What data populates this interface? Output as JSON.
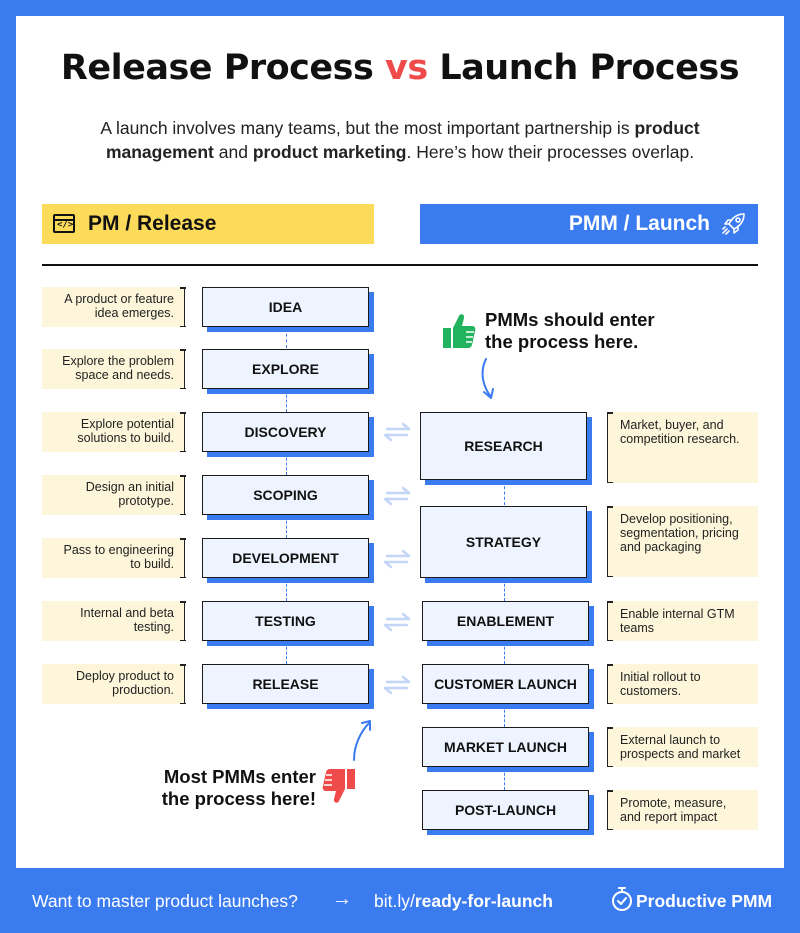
{
  "title": {
    "part1": "Release Process ",
    "vs": "vs",
    "part2": " Launch Process"
  },
  "subtitle": {
    "t1": "A launch involves many teams, but the most important partnership is ",
    "b1": "product management",
    "t2": " and ",
    "b2": "product marketing",
    "t3": ". Here’s how their processes overlap."
  },
  "pm_header": {
    "label": "PM / Release",
    "icon": "code-window-icon",
    "color": "#FCDB5B"
  },
  "pmm_header": {
    "label": "PMM / Launch",
    "icon": "rocket-icon",
    "color": "#3B7BF0"
  },
  "release_steps": [
    {
      "label": "IDEA",
      "note": "A product or feature idea emerges."
    },
    {
      "label": "EXPLORE",
      "note": "Explore the problem space and needs."
    },
    {
      "label": "DISCOVERY",
      "note": "Explore potential solutions to build."
    },
    {
      "label": "SCOPING",
      "note": "Design an initial prototype."
    },
    {
      "label": "DEVELOPMENT",
      "note": "Pass to engineering to build."
    },
    {
      "label": "TESTING",
      "note": "Internal and beta testing."
    },
    {
      "label": "RELEASE",
      "note": "Deploy product to production."
    }
  ],
  "launch_steps": [
    {
      "label": "RESEARCH",
      "note": "Market, buyer, and competition research."
    },
    {
      "label": "STRATEGY",
      "note": "Develop positioning, segmentation, pricing and packaging"
    },
    {
      "label": "ENABLEMENT",
      "note": "Enable internal GTM teams"
    },
    {
      "label": "CUSTOMER LAUNCH",
      "note": "Initial rollout to customers."
    },
    {
      "label": "MARKET LAUNCH",
      "note": "External launch to prospects and market"
    },
    {
      "label": "POST-LAUNCH",
      "note": "Promote, measure, and report impact"
    }
  ],
  "callouts": {
    "should_enter": {
      "line1": "PMMs should enter",
      "line2": "the process here.",
      "icon": "thumbs-up-icon"
    },
    "most_enter": {
      "line1": "Most PMMs enter",
      "line2": "the process here!",
      "icon": "thumbs-down-icon"
    }
  },
  "footer": {
    "cta": "Want to master product launches?",
    "arrow": "→",
    "link_prefix": "bit.ly/",
    "link_bold": "ready-for-launch",
    "brand": "Productive PMM",
    "brand_icon": "stopwatch-check-icon"
  },
  "colors": {
    "blue": "#3B7BF0",
    "yellow": "#FCDB5B",
    "red": "#EF4B4B",
    "green": "#22B35E",
    "step_fill": "#EEF4FF",
    "note_fill": "#FDF6DA"
  }
}
